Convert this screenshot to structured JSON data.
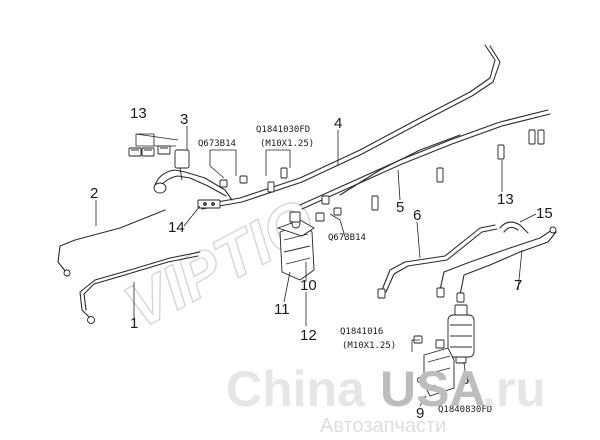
{
  "callouts": {
    "c1": "1",
    "c2": "2",
    "c3": "3",
    "c4": "4",
    "c5": "5",
    "c6": "6",
    "c7": "7",
    "c8": "8",
    "c9": "9",
    "c10": "10",
    "c11": "11",
    "c12": "12",
    "c13a": "13",
    "c13b": "13",
    "c14": "14",
    "c15": "15"
  },
  "part_codes": {
    "q673b14_top": "Q673B14",
    "q1841030fd": "Q1841030FD",
    "q1841030fd_thread": "(M10X1.25)",
    "q673b14_mid": "Q673B14",
    "q1841016": "Q1841016",
    "q1841016_thread": "(M10X1.25)",
    "q1840830fd": "Q1840830FD"
  },
  "watermark": {
    "diagonal": "VIPTIO",
    "brand_left": "China",
    "brand_mid": "USA",
    "brand_right": ".ru",
    "brand_sub": "Автозапчасти"
  },
  "colors": {
    "line": "#2b2b2b",
    "watermark": "#d6d6d6",
    "brand": "#e6e6e6"
  }
}
